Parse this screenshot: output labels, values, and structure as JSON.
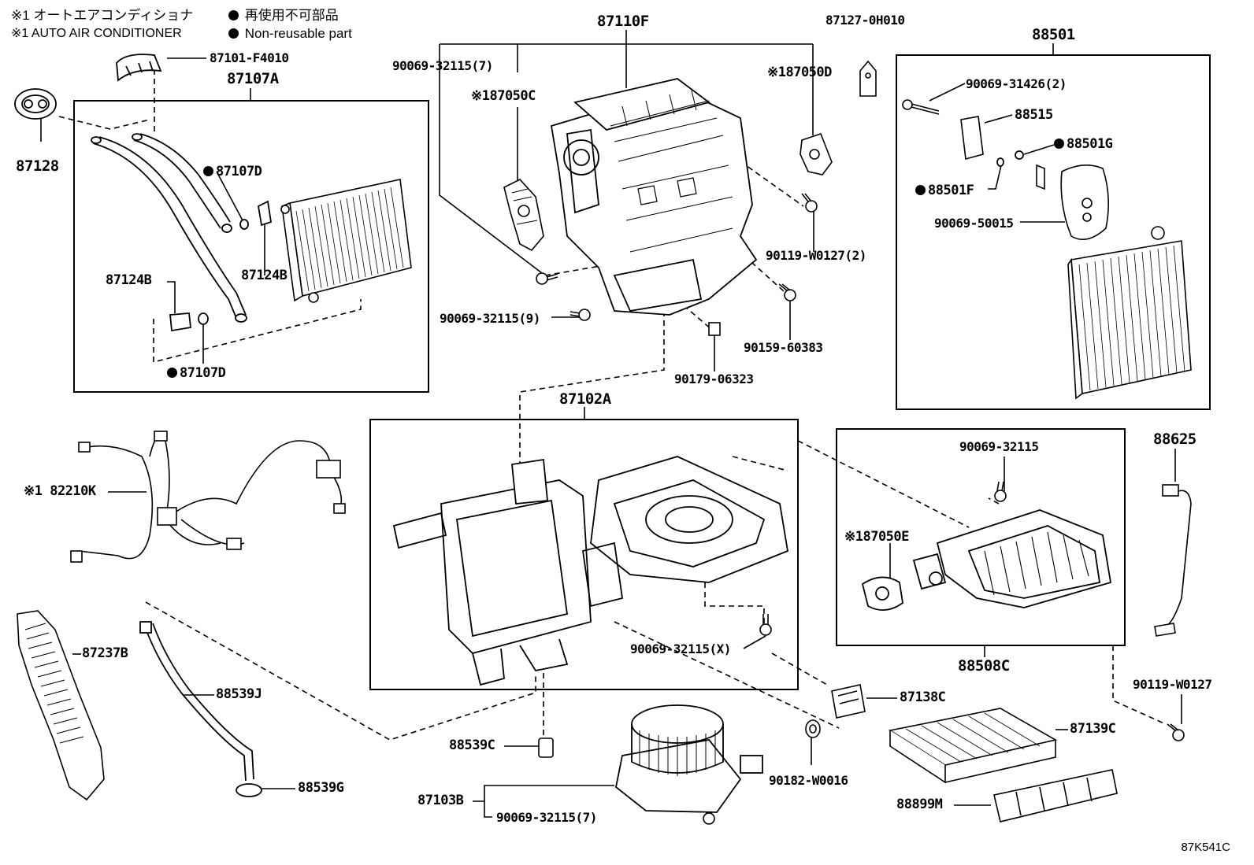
{
  "legend": {
    "asterisk_jp": "※1 オートエアコンディショナ",
    "asterisk_en": "※1 AUTO AIR CONDITIONER",
    "dot_jp": "再使用不可部品",
    "dot_en": "Non-reusable part"
  },
  "groups": {
    "heater_unit": "87107A",
    "case_unit": "87110F",
    "evaporator": "88501",
    "blower_case": "87102A",
    "damper_servo": "88508C"
  },
  "parts": {
    "p87101": "87101-F4010",
    "p87128": "87128",
    "p87107d_a": "87107D",
    "p87107d_b": "87107D",
    "p87124b_a": "87124B",
    "p87124b_b": "87124B",
    "p90069_32115_7": "90069-32115(7)",
    "p87050c": "※187050C",
    "p87127": "87127-0H010",
    "p87050d": "※187050D",
    "p90119_w0127_2": "90119-W0127(2)",
    "p90069_32115_9": "90069-32115(9)",
    "p90159": "90159-60383",
    "p90179": "90179-06323",
    "p90069_31426": "90069-31426(2)",
    "p88515": "88515",
    "p88501g": "88501G",
    "p88501f": "88501F",
    "p90069_50015": "90069-50015",
    "p82210k": "※1 82210K",
    "p90069_32115_top": "90069-32115",
    "p87050e": "※187050E",
    "p88625": "88625",
    "p90069_32115_x": "90069-32115(X)",
    "p87237b": "87237B",
    "p88539j": "88539J",
    "p88539c": "88539C",
    "p88539g": "88539G",
    "p87103b": "87103B",
    "p90069_32115_7b": "90069-32115(7)",
    "p87138c": "87138C",
    "p90182": "90182-W0016",
    "p87139c": "87139C",
    "p88899m": "88899M",
    "p90119_w0127": "90119-W0127"
  },
  "illustration_code": "87K541C"
}
